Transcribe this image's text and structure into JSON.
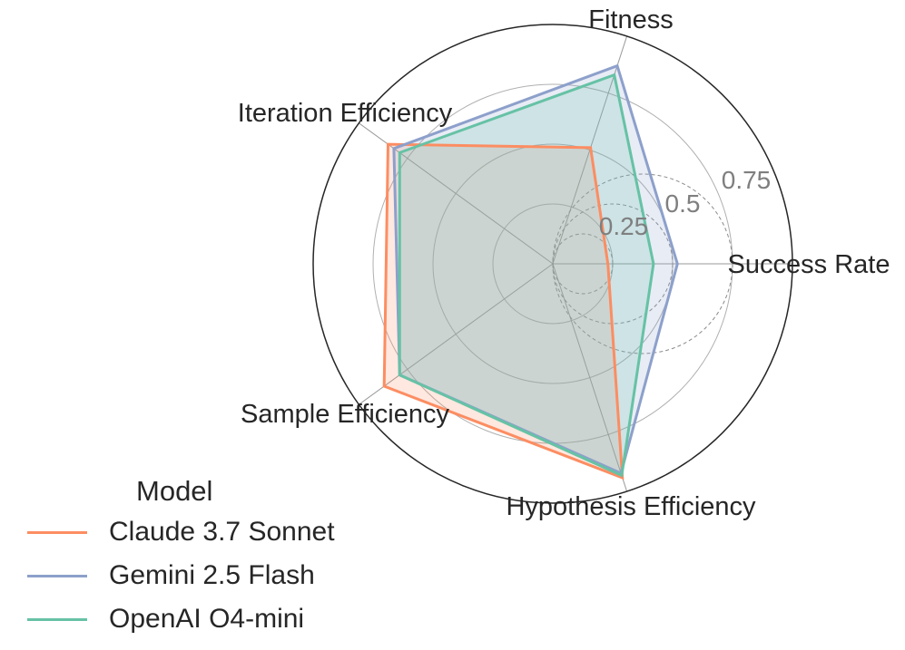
{
  "chart_data": {
    "type": "radar",
    "axes": [
      "Success Rate",
      "Fitness",
      "Iteration Efficiency",
      "Sample Efficiency",
      "Hypothesis Efficiency"
    ],
    "rlim": [
      0,
      1
    ],
    "radial_ticks": [
      0.25,
      0.5,
      0.75
    ],
    "radial_tick_labels": [
      "0.25",
      "0.5",
      "0.75"
    ],
    "grid": true,
    "legend": {
      "title": "Model",
      "placement": "lower-left"
    },
    "series": [
      {
        "name": "Claude 3.7 Sonnet",
        "color": "#fc8d62",
        "values": [
          0.23,
          0.51,
          0.85,
          0.87,
          0.94
        ]
      },
      {
        "name": "Gemini 2.5 Flash",
        "color": "#8da0cb",
        "values": [
          0.52,
          0.87,
          0.82,
          0.79,
          0.92
        ]
      },
      {
        "name": "OpenAI O4-mini",
        "color": "#66c2a5",
        "values": [
          0.42,
          0.83,
          0.79,
          0.79,
          0.93
        ]
      }
    ]
  }
}
